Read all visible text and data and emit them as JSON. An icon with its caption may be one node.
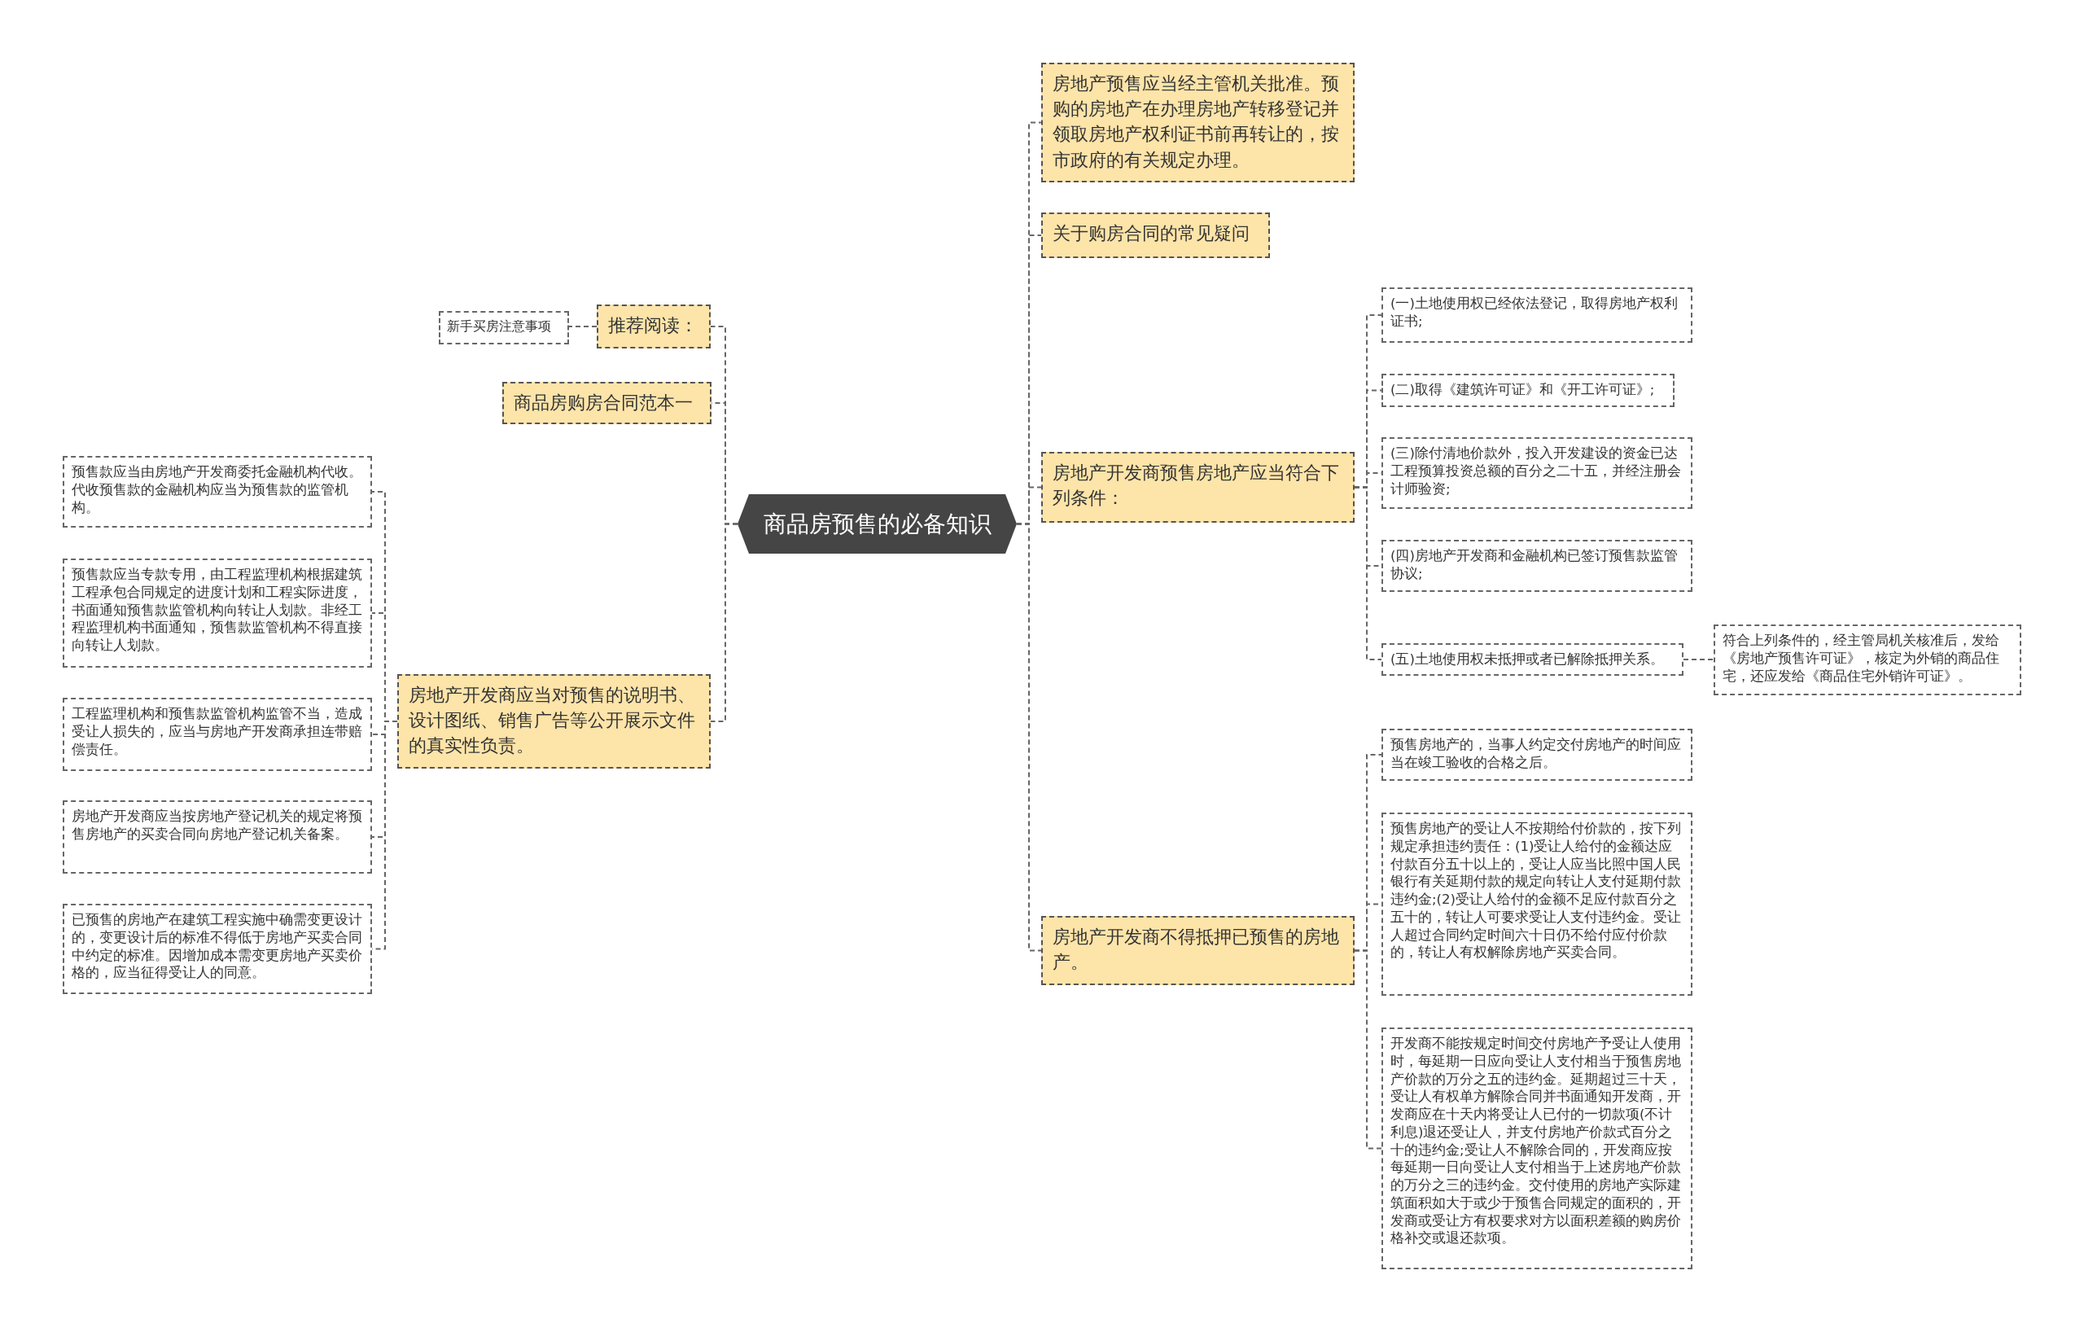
{
  "diagram": {
    "nodes": [
      {
        "text": [
          "商品房预售的必备知识"
        ]
      },
      {
        "text": [
          "推荐阅读："
        ]
      },
      {
        "text": [
          "新手买房注意事项"
        ]
      },
      {
        "text": [
          "商品房购房合同范本一"
        ]
      },
      {
        "text": [
          "房地产开发商应当对预售的说明书、设计图纸、销售广告等公开展示文件的真实性负责。"
        ]
      },
      {
        "text": [
          "预售款应当由房地产开发商委托金融机构代收。代收预售款的金融机构应当为预售款的监管机构。"
        ]
      },
      {
        "text": [
          "预售款应当专款专用，由工程监理机构根据建筑工程承包合同规定的进度计划和工程实际进度，书面通知预售款监管机构向转让人划款。非经工程监理机构书面通知，预售款监管机构不得直接向转让人划款。"
        ]
      },
      {
        "text": [
          "工程监理机构和预售款监管机构监管不当，造成受让人损失的，应当与房地产开发商承担连带赔偿责任。"
        ]
      },
      {
        "text": [
          "房地产开发商应当按房地产登记机关的规定将预售房地产的买卖合同向房地产登记机关备案。"
        ]
      },
      {
        "text": [
          "已预售的房地产在建筑工程实施中确需变更设计的，变更设计后的标准不得低于房地产买卖合同中约定的标准。因增加成本需变更房地产买卖价格的，应当征得受让人的同意。"
        ]
      },
      {
        "text": [
          "房地产预售应当经主管机关批准。预购的房地产在办理房地产转移登记并领取房地产权利证书前再转让的，按市政府的有关规定办理。"
        ]
      },
      {
        "text": [
          "关于购房合同的常见疑问"
        ]
      },
      {
        "text": [
          "房地产开发商预售房地产应当符合下列条件："
        ]
      },
      {
        "text": [
          "(一)土地使用权已经依法登记，取得房地产权利证书;"
        ]
      },
      {
        "text": [
          "(二)取得《建筑许可证》和《开工许可证》;"
        ]
      },
      {
        "text": [
          "(三)除付清地价款外，投入开发建设的资金已达工程预算投资总额的百分之二十五，并经注册会计师验资;"
        ]
      },
      {
        "text": [
          "(四)房地产开发商和金融机构已签订预售款监管协议;"
        ]
      },
      {
        "text": [
          "(五)土地使用权未抵押或者已解除抵押关系。"
        ]
      },
      {
        "text": [
          "符合上列条件的，经主管局机关核准后，发给《房地产预售许可证》，核定为外销的商品住宅，还应发给《商品住宅外销许可证》。"
        ]
      },
      {
        "text": [
          "房地产开发商不得抵押已预售的房地产。"
        ]
      },
      {
        "text": [
          "预售房地产的，当事人约定交付房地产的时间应当在竣工验收的合格之后。"
        ]
      },
      {
        "text": [
          "预售房地产的受让人不按期给付价款的，按下列规定承担违约责任：(1)受让人给付的金额达应付款百分五十以上的，受让人应当比照中国人民银行有关延期付款的规定向转让人支付延期付款违约金;(2)受让人给付的金额不足应付款百分之五十的，转让人可要求受让人支付违约金。受让人超过合同约定时间六十日仍不给付应付价款的，转让人有权解除房地产买卖合同。"
        ]
      },
      {
        "text": [
          "开发商不能按规定时间交付房地产予受让人使用时，每延期一日应向受让人支付相当于预售房地产价款的万分之五的违约金。延期超过三十天，受让人有权单方解除合同并书面通知开发商，开发商应在十天内将受让人已付的一切款项(不计利息)退还受让人，并支付房地产价款式百分之十的违约金;受让人不解除合同的，开发商应按每延期一日向受让人支付相当于上述房地产价款的万分之三的违约金。交付使用的房地产实际建筑面积如大于或少于预售合同规定的面积的，开发商或受让方有权要求对方以面积差额的购房价格补交或退还款项。"
        ]
      }
    ],
    "edges": [
      {
        "from": 0,
        "to": 1,
        "arrow": "none"
      },
      {
        "from": 1,
        "to": 2,
        "arrow": "none"
      },
      {
        "from": 0,
        "to": 3,
        "arrow": "none"
      },
      {
        "from": 0,
        "to": 4,
        "arrow": "none"
      },
      {
        "from": 4,
        "to": 5,
        "arrow": "none"
      },
      {
        "from": 4,
        "to": 6,
        "arrow": "none"
      },
      {
        "from": 4,
        "to": 7,
        "arrow": "none"
      },
      {
        "from": 4,
        "to": 8,
        "arrow": "none"
      },
      {
        "from": 4,
        "to": 9,
        "arrow": "none"
      },
      {
        "from": 0,
        "to": 10,
        "arrow": "none"
      },
      {
        "from": 0,
        "to": 11,
        "arrow": "none"
      },
      {
        "from": 0,
        "to": 12,
        "arrow": "none"
      },
      {
        "from": 12,
        "to": 13,
        "arrow": "none"
      },
      {
        "from": 12,
        "to": 14,
        "arrow": "none"
      },
      {
        "from": 12,
        "to": 15,
        "arrow": "none"
      },
      {
        "from": 12,
        "to": 16,
        "arrow": "none"
      },
      {
        "from": 12,
        "to": 17,
        "arrow": "none"
      },
      {
        "from": 17,
        "to": 18,
        "arrow": "none"
      },
      {
        "from": 0,
        "to": 19,
        "arrow": "none"
      },
      {
        "from": 19,
        "to": 20,
        "arrow": "none"
      },
      {
        "from": 19,
        "to": 21,
        "arrow": "none"
      },
      {
        "from": 19,
        "to": 22,
        "arrow": "none"
      }
    ]
  }
}
